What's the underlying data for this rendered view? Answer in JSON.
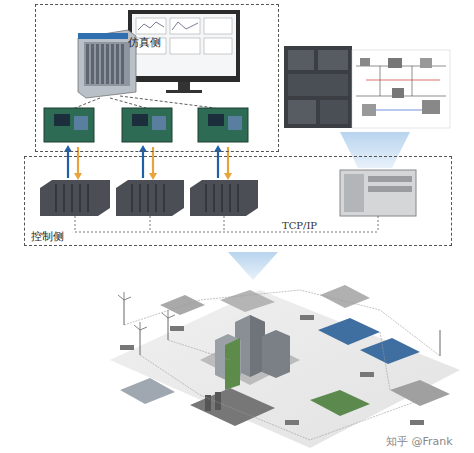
{
  "diagram": {
    "nodes": [
      {
        "text": [
          "仿真侧"
        ]
      },
      {
        "text": [
          "控制侧"
        ]
      }
    ],
    "labels": [
      "TCP/IP",
      "知乎 @Frank"
    ]
  }
}
